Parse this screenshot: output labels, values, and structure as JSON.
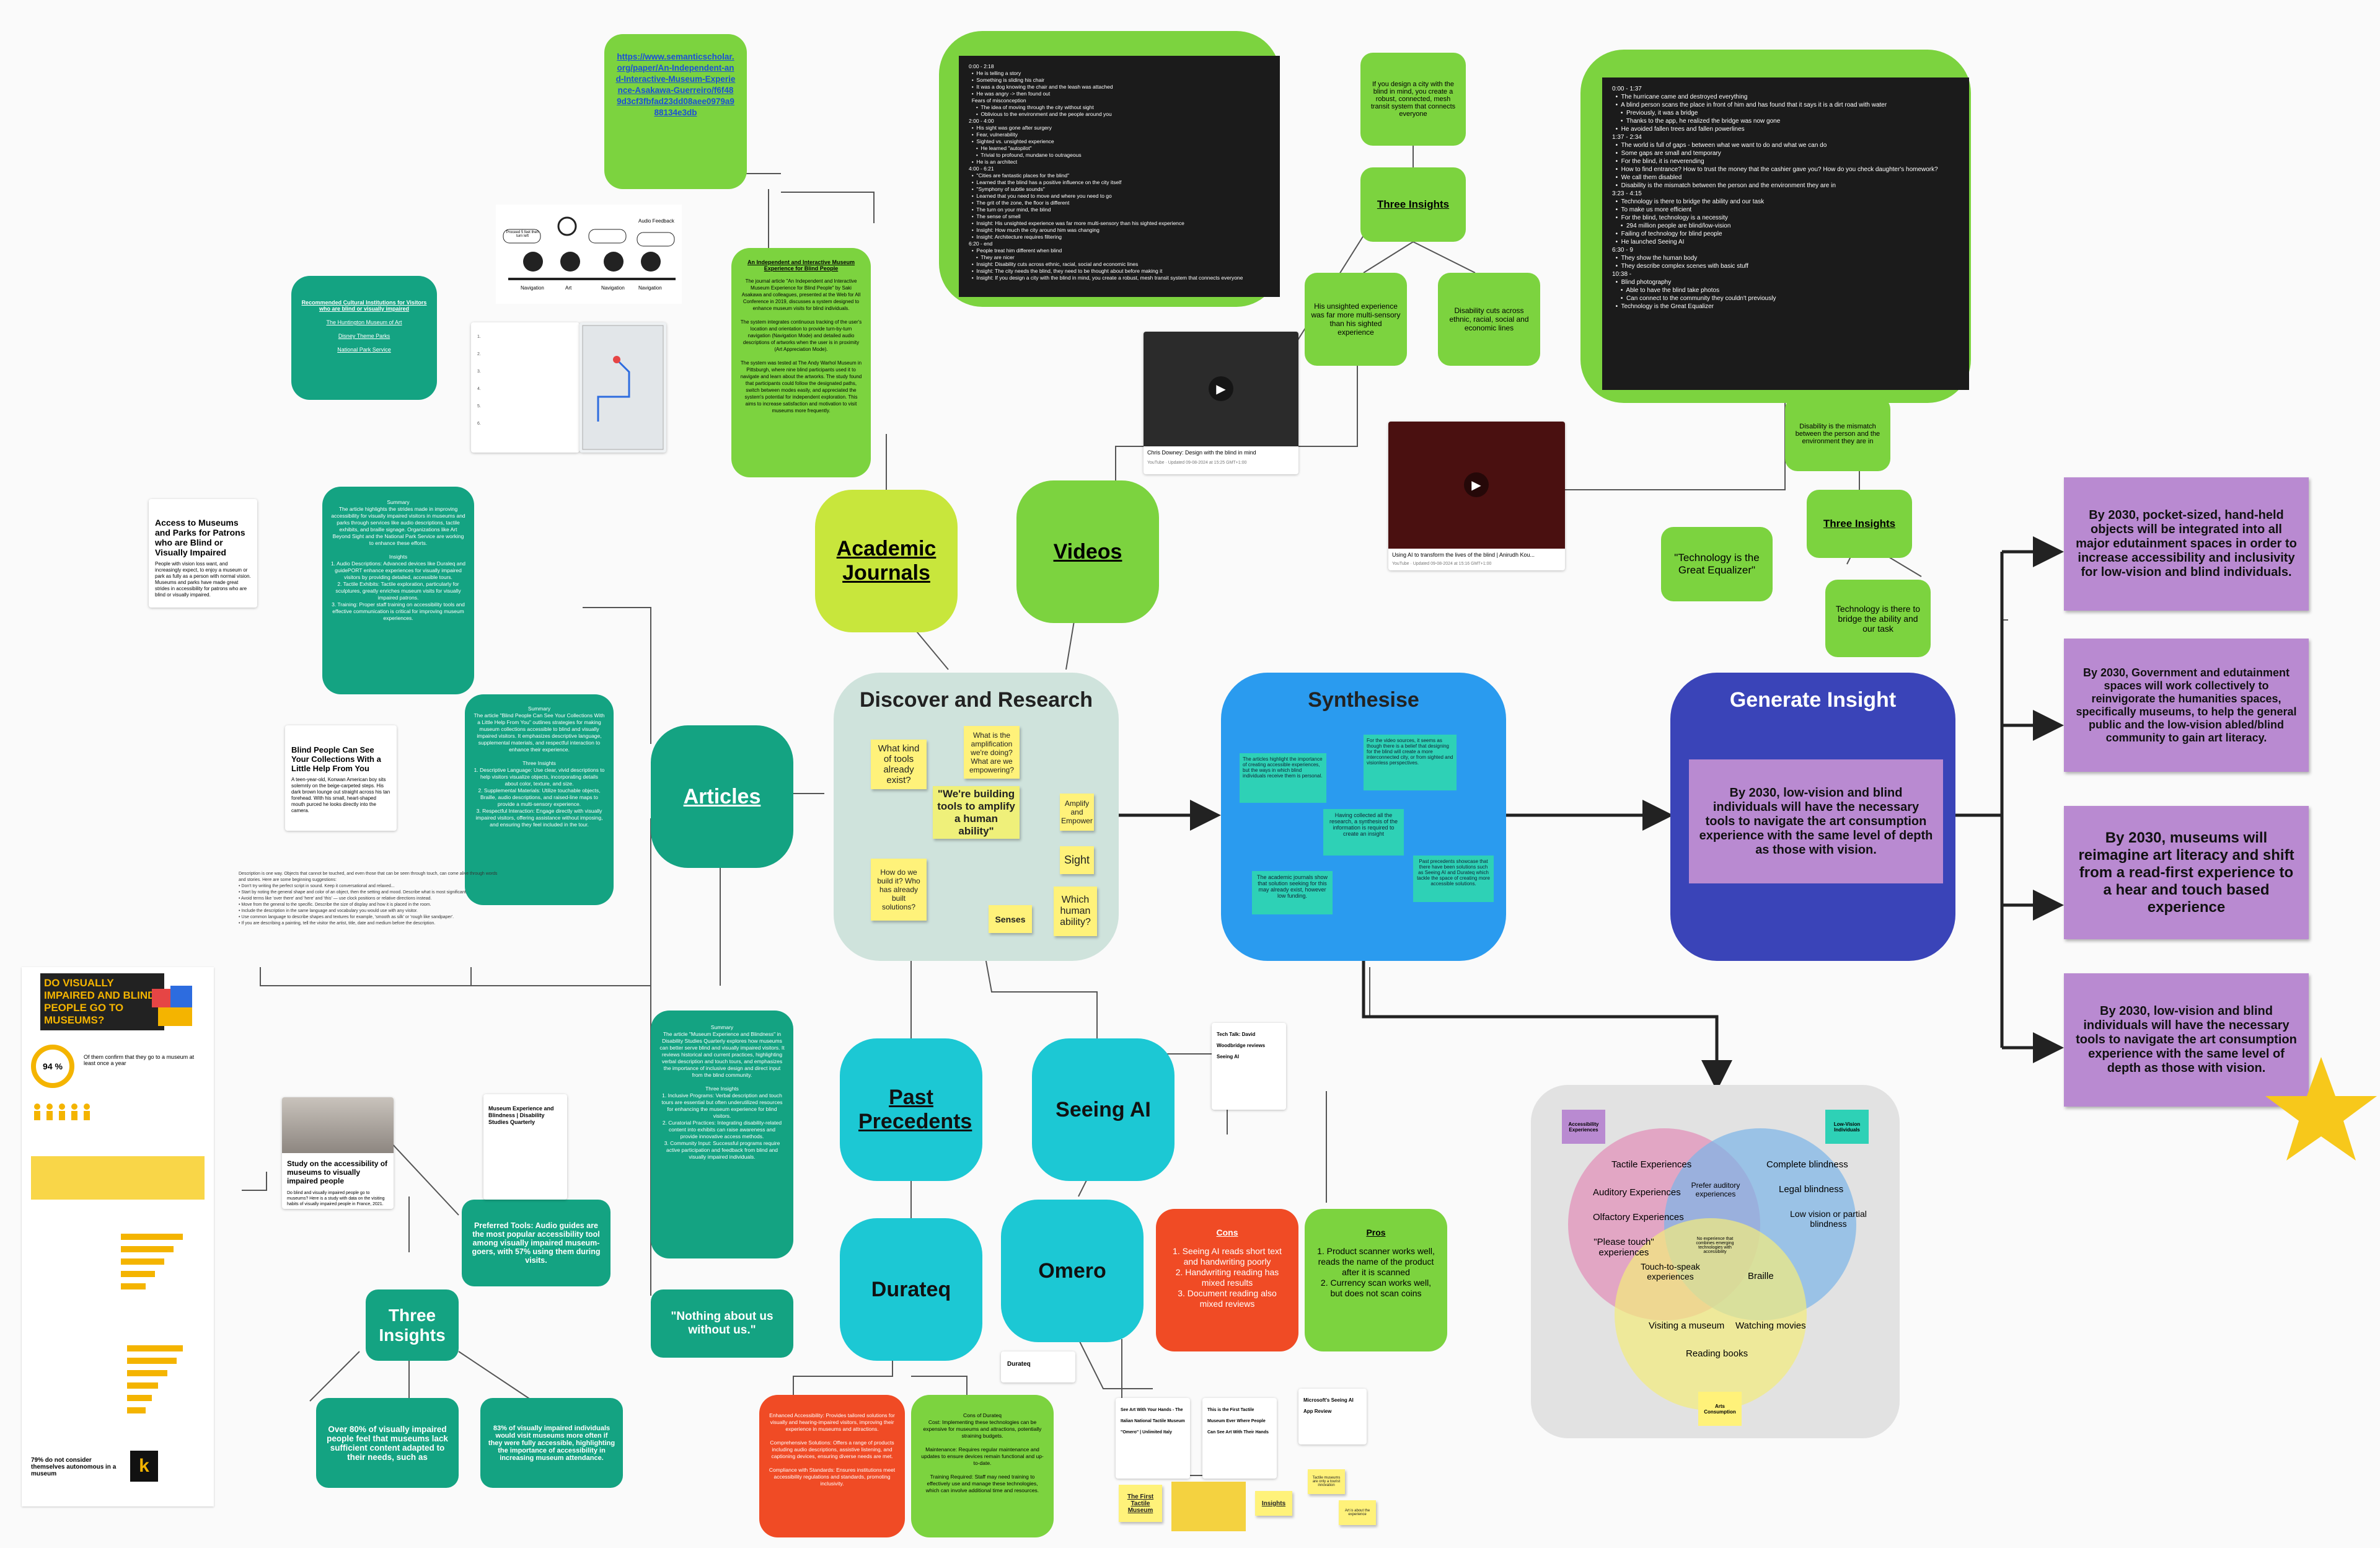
{
  "center": {
    "discover": "Discover and Research",
    "synthesise": "Synthesise",
    "generate": "Generate Insight",
    "generate_text": "By 2030, low-vision and blind individuals will have the necessary tools to navigate the art consumption experience with the same level of depth as those with vision."
  },
  "branches": {
    "academic": "Academic Journals",
    "videos": "Videos",
    "articles": "Articles",
    "past": "Past Precedents",
    "seeing_ai": "Seeing AI",
    "durateq": "Durateq",
    "omero": "Omero"
  },
  "discover_stickies": {
    "q1": "What kind of tools already exist?",
    "q2": "What is the amplification we're doing? What are we empowering?",
    "main": "\"We're building tools to amplify a human ability\"",
    "amplify": "Amplify and Empower",
    "sight": "Sight",
    "which": "Which human ability?",
    "senses": "Senses",
    "q3": "How do we build it? Who has already built solutions?"
  },
  "synth_notes": [
    "The articles highlight the importance of creating accessible experiences, but the ways in which blind individuals receive them is personal.",
    "For the video sources, it seems as though there is a belief that designing for the blind will create a more interconnected city, or from sighted and visionless perspectives.",
    "Having collected all the research, a synthesis of the information is required to create an insight",
    "The academic journals show that solution seeking for this may already exist, however low funding.",
    "Past precedents showcase that there have been solutions such as Seeing AI and Durateq which tackle the space of creating more accessible solutions."
  ],
  "insights": [
    "By 2030, pocket-sized, hand-held objects will be integrated into all major edutainment spaces in order to increase accessibility and inclusivity for low-vision and blind individuals.",
    "By 2030, Government and edutainment spaces will work collectively to reinvigorate the humanities spaces, specifically museums, to help the general public and the low-vision abled/blind community to gain art literacy.",
    "By 2030, museums will reimagine art literacy and shift from a read-first experience to a hear and touch based experience",
    "By 2030, low-vision and blind individuals will have the necessary tools to navigate the art consumption experience with the same level of depth as those with vision."
  ],
  "venn": {
    "tag_access": "Accessibility Experiences",
    "tag_lowvision": "Low-Vision Individuals",
    "tag_arts": "Arts Consumption",
    "tactile": "Tactile Experiences",
    "auditory": "Auditory Experiences",
    "olfactory": "Olfactory Experiences",
    "please_touch": "\"Please touch\" experiences",
    "complete_blind": "Complete blindness",
    "legal_blind": "Legal blindness",
    "low_partial": "Low vision or partial blindness",
    "prefer_aud": "Prefer auditory experiences",
    "no_exp": "No experience that combines emerging technologies with accessibility",
    "touch_speak": "Touch-to-speak experiences",
    "braille": "Braille",
    "visit_museum": "Visiting a museum",
    "watch_movies": "Watching movies",
    "reading_books": "Reading books"
  },
  "videos": {
    "v1_title": "Chris Downey: Design with the blind in mind",
    "v1_meta": "YouTube · Updated 09-08-2024 at 15:25 GMT+1:00",
    "v2_title": "Using AI to transform the lives of the blind | Anirudh Kou...",
    "v2_meta": "YouTube · Updated 09-08-2024 at 15:16 GMT+1:00",
    "city_note": "If you design a city with the blind in mind, you create a robust, connected, mesh transit system that connects everyone",
    "three_insights_1": "Three Insights",
    "unsighted": "His unsighted experience was far more multi-sensory than his sighted experience",
    "disability_cuts": "Disability cuts across ethnic, racial, social and economic lines",
    "mismatch": "Disability is the mismatch between the person and the environment they are in",
    "three_insights_2": "Three Insights",
    "equalizer": "\"Technology is the Great Equalizer\"",
    "bridge": "Technology is there to bridge the ability and our task"
  },
  "terminal1": "0:00 - 2:18\n  •  He is telling a story\n  •  Something is sliding his chair\n  •  It was a dog knowing the chair and the leash was attached\n  •  He was angry -> then found out\n  Fears of misconception\n     •  The idea of moving through the city without sight\n     •  Oblivious to the environment and the people around you\n2:00 - 4:00\n  •  His sight was gone after surgery\n  •  Fear, vulnerability\n  •  Sighted vs. unsighted experience\n     •  He learned \"autopilot\"\n     •  Trivial to profound, mundane to outrageous\n  •  He is an architect\n4:00 - 6:21\n  •  \"Cities are fantastic places for the blind\"\n  •  Learned that the blind has a positive influence on the city itself\n  •  \"Symphony of subtle sounds\"\n  •  Learned that you need to move and where you need to go\n  •  The grit of the zone, the floor is different\n  •  The turn on your mind, the blind\n  •  The sense of smell\n  •  Insight: His unsighted experience was far more multi-sensory than his sighted experience\n  •  Insight: How much the city around him was changing\n  •  Insight: Architecture requires filtering\n6:20 - end\n  •  People treat him different when blind\n     •  They are nicer\n  •  Insight: Disability cuts across ethnic, racial, social and economic lines\n  •  Insight: The city needs the blind, they need to be thought about before making it\n  •  Insight: If you design a city with the blind in mind, you create a robust, mesh transit system that connects everyone",
  "terminal2": "0:00 - 1:37\n  •  The hurricane came and destroyed everything\n  •  A blind person scans the place in front of him and has found that it says it is a dirt road with water\n     •  Previously, it was a bridge\n     •  Thanks to the app, he realized the bridge was now gone\n  •  He avoided fallen trees and fallen powerlines\n1:37 - 2:34\n  •  The world is full of gaps - between what we want to do and what we can do\n  •  Some gaps are small and temporary\n  •  For the blind, it is neverending\n  •  How to find entrance? How to trust the money that the cashier gave you? How do you check daughter's homework?\n  •  We call them disabled\n  •  Disability is the mismatch between the person and the environment they are in\n3:23 - 4:15\n  •  Technology is there to bridge the ability and our task\n  •  To make us more efficient\n  •  For the blind, technology is a necessity\n     •  294 million people are blind/low-vision\n  •  Failing of technology for blind people\n  •  He launched Seeing AI\n6:30 - 9\n  •  They show the human body\n  •  They describe complex scenes with basic stuff\n10:38 -\n  •  Blind photography\n     •  Able to have the blind take photos\n     •  Can connect to the community they couldn't previously\n  •  Technology is the Great Equalizer",
  "academic": {
    "link": "https://www.semanticscholar.org/paper/An-Independent-and-Interactive-Museum-Experience-Asakawa-Guerreiro/f6f489d3cf3fbfad23dd08aee0979a988134e3db",
    "paper_title": "An Independent and Interactive Museum Experience for Blind People",
    "paper_text": "The journal article \"An Independent and Interactive Museum Experience for Blind People\" by Saki Asakawa and colleagues, presented at the Web for All Conference in 2019, discusses a system designed to enhance museum visits for blind individuals.\n\nThe system integrates continuous tracking of the user's location and orientation to provide turn-by-turn navigation (Navigation Mode) and detailed audio descriptions of artworks when the user is in proximity (Art Appreciation Mode).\n\nThe system was tested at The Andy Warhol Museum in Pittsburgh, where nine blind participants used it to navigate and learn about the artworks. The study found that participants could follow the designated paths, switch between modes easily, and appreciated the system's potential for independent exploration. This aims to increase satisfaction and motivation to visit museums more frequently.",
    "prox_label": "Proceed 5 feet then turn left",
    "art_label": "Art",
    "nav_label": "Navigation",
    "audio_feedback": "Audio Feedback"
  },
  "articles": {
    "rec_title": "Recommended Cultural Institutions for Visitors who are blind or visually impaired",
    "rec_1": "The Huntington Museum of Art",
    "rec_2": "Disney Theme Parks",
    "rec_3": "National Park Service",
    "access_title": "Access to Museums and Parks for Patrons who are Blind or Visually Impaired",
    "access_text": "People with vision loss want, and increasingly expect, to enjoy a museum or park as fully as a person with normal vision. Museums and parks have made great strides in accessibility for patrons who are blind or visually impaired.",
    "summary1": "Summary\nThe article highlights the strides made in improving accessibility for visually impaired visitors in museums and parks through services like audio descriptions, tactile exhibits, and braille signage. Organizations like Art Beyond Sight and the National Park Service are working to enhance these efforts.\n\nInsights\n1. Audio Descriptions: Advanced devices like Duraleq and guidePORT enhance experiences for visually impaired visitors by providing detailed, accessible tours.\n2. Tactile Exhibits: Tactile exploration, particularly for sculptures, greatly enriches museum visits for visually impaired patrons.\n3. Training: Proper staff training on accessibility tools and effective communication is critical for improving museum experiences.",
    "blind_title": "Blind People Can See Your Collections With a Little Help From You",
    "blind_text": "A teen-year-old, Konwan American boy sits solemnly on the beige-carpeted steps. His dark brown lounge out straight across his tan forehead. With his small, heart-shaped mouth purced he looks directly into the camera.",
    "summary2": "Summary\nThe article \"Blind People Can See Your Collections With a Little Help From You\" outlines strategies for making museum collections accessible to blind and visually impaired visitors. It emphasizes descriptive language, supplemental materials, and respectful interaction to enhance their experience.\n\nThree Insights\n1. Descriptive Language: Use clear, vivid descriptions to help visitors visualize objects, incorporating details about color, texture, and size.\n2. Supplemental Materials: Utilize touchable objects, Braille, audio descriptions, and raised-line maps to provide a multi-sensory experience.\n3. Respectful Interaction: Engage directly with visually impaired visitors, offering assistance without imposing, and ensuring they feel included in the tour.",
    "summary3": "Summary\nThe article \"Museum Experience and Blindness\" in Disability Studies Quarterly explores how museums can better serve blind and visually impaired visitors. It reviews historical and current practices, highlighting verbal description and touch tours, and emphasizes the importance of inclusive design and direct input from the blind community.\n\nThree Insights\n1. Inclusive Programs: Verbal description and touch tours are essential but often underutilized resources for enhancing the museum experience for blind visitors.\n2. Curatorial Practices: Integrating disability-related content into exhibits can raise awareness and provide innovative access methods.\n3. Community Input: Successful programs require active participation and feedback from blind and visually impaired individuals.",
    "quote": "\"Nothing about us without us.\"",
    "three_insights": "Three Insights",
    "preferred": "Preferred Tools: Audio guides are the most popular accessibility tool among visually impaired museum-goers, with 57% using them during visits.",
    "over80": "Over 80% of visually impaired people feel that museums lack sufficient content adapted to their needs, such as",
    "pct83": "83% of visually impaired individuals would visit museums more often if they were fully accessible, highlighting the importance of accessibility in increasing museum attendance.",
    "study_title": "Study on the accessibility of museums to visually impaired people",
    "study_text": "Do blind and visually impaired people go to museums? Here is a study with data on the visiting habits of visually impaired people in France, 2021.",
    "dsq_title": "Museum Experience and Blindness | Disability Studies Quarterly",
    "infographic_title": "DO VISUALLY IMPAIRED AND BLIND PEOPLE GO TO MUSEUMS?",
    "pct94": "94 %",
    "pct94_text": "Of them confirm that they go to a museum at least once a year",
    "pct79": "79% do not consider themselves autonomous in a museum",
    "k_logo": "k",
    "long_text": "Description is one way. Objects that cannot be touched, and even those that can be seen through touch, can come alive through words and stories. Here are some beginning suggestions:\n• Don't try writing the perfect script in sound. Keep it conversational and relaxed...\n• Start by noting the general shape and color of an object, then the setting and mood. Describe what is most significant.\n• Avoid terms like 'over there' and 'here' and 'this' — use clock positions or relative directions instead.\n• Move from the general to the specific. Describe the size of display and how it is placed in the room.\n• Include the description in the same language and vocabulary you would use with any visitor.\n• Use common language to describe shapes and textures for example, 'smooth as silk' or 'rough like sandpaper'.\n• If you are describing a painting, tell the visitor the artist, title, date and medium before the description."
  },
  "precedents": {
    "cons_title": "Cons",
    "cons": "1. Seeing AI reads short text and handwriting poorly\n2. Handwriting reading has mixed results\n3. Document reading also mixed reviews",
    "pros_title": "Pros",
    "pros": "1. Product scanner works well, reads the name of the product after it is scanned\n2. Currency scan works well, but does not scan coins",
    "durateq_pros": "Enhanced Accessibility: Provides tailored solutions for visually and hearing-impaired visitors, improving their experience in museums and attractions.\n\nComprehensive Solutions: Offers a range of products including audio descriptions, assistive listening, and captioning devices, ensuring diverse needs are met.\n\nCompliance with Standards: Ensures institutions meet accessibility regulations and standards, promoting inclusivity.",
    "durateq_cons": "Cons of Durateq\nCost: Implementing these technologies can be expensive for museums and attractions, potentially straining budgets.\n\nMaintenance: Requires regular maintenance and updates to ensure devices remain functional and up-to-date.\n\nTraining Required: Staff may need training to effectively use and manage these technologies, which can involve additional time and resources.",
    "durateq_card": "Durateq",
    "tech_talk": "Tech Talk: David Woodbridge reviews Seeing AI",
    "microsoft": "Microsoft's Seeing AI App Review",
    "see_art": "See Art With Your Hands - The Italian National Tactile Museum \"Omero\" | Unlimited Italy",
    "prior_museum": "This is the First Tactile Museum Ever Where People Can See Art With Their Hands",
    "first_tactile": "The First Tactile Museum",
    "insights": "Insights",
    "omero_note1": "Tactile museums are only a tourist innovation",
    "omero_note2": "Art is about the experience"
  }
}
